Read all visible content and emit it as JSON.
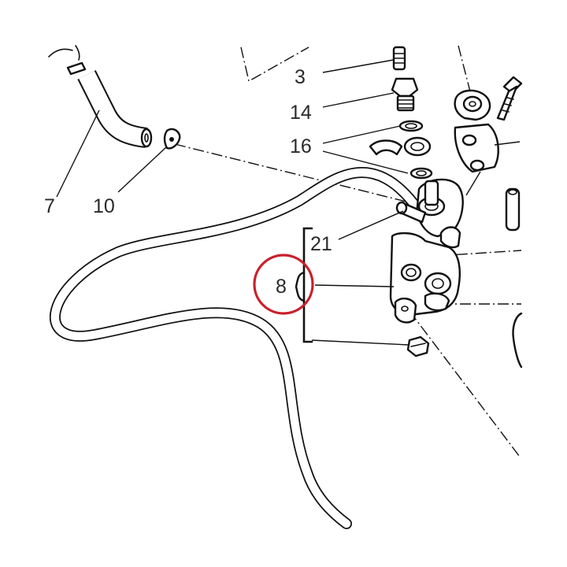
{
  "labels": {
    "l3": "3",
    "l14": "14",
    "l16": "16",
    "l7": "7",
    "l10": "10",
    "l21": "21",
    "l8": "8"
  },
  "colors": {
    "line": "#111111",
    "label": "#2a2a2a",
    "highlight": "#c8202c",
    "background": "#ffffff"
  },
  "highlighted_part": "8"
}
